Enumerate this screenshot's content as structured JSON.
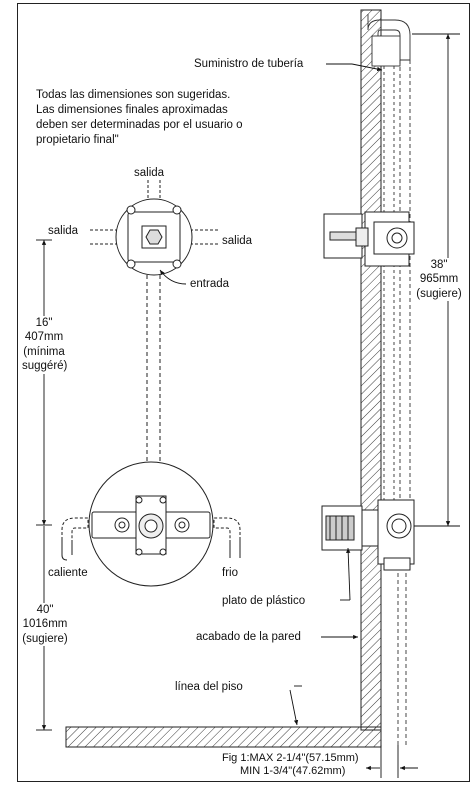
{
  "notes": {
    "line1": "Todas las dimensiones son sugeridas.",
    "line2": "Las dimensiones finales aproximadas",
    "line3": "deben ser determinadas por el usuario o",
    "line4": "propietario final\""
  },
  "labels": {
    "pipe_supply": "Suministro de tubería",
    "outlet_top": "salida",
    "outlet_left": "salida",
    "outlet_right": "salida",
    "inlet": "entrada",
    "hot": "caliente",
    "cold": "frio",
    "plastic_plate": "plato de plástico",
    "wall_finish": "acabado de la pared",
    "floor_line": "línea del piso"
  },
  "dims": {
    "d16_in": "16\"",
    "d16_mm": "407mm",
    "d16_note1": "(mínima",
    "d16_note2": "suggéré)",
    "d40_in": "40\"",
    "d40_mm": "1016mm",
    "d40_note": "(sugiere)",
    "d38_in": "38\"",
    "d38_mm": "965mm",
    "d38_note": "(sugiere)",
    "fig_max": "Fig 1:MAX  2-1/4\"(57.15mm)",
    "fig_min": "MIN  1-3/4\"(47.62mm)"
  }
}
